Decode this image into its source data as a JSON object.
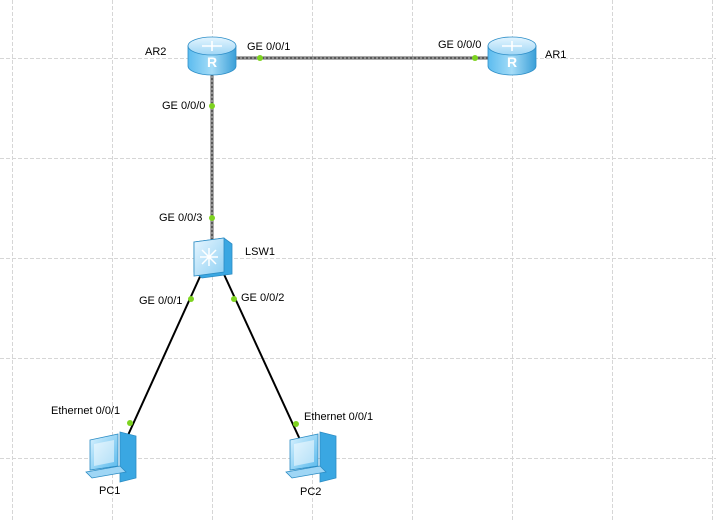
{
  "topology": {
    "devices": {
      "ar2": {
        "name": "AR2",
        "type": "router"
      },
      "ar1": {
        "name": "AR1",
        "type": "router"
      },
      "lsw1": {
        "name": "LSW1",
        "type": "switch"
      },
      "pc1": {
        "name": "PC1",
        "type": "pc"
      },
      "pc2": {
        "name": "PC2",
        "type": "pc"
      }
    },
    "ports": {
      "ar2_ge001": "GE 0/0/1",
      "ar1_ge000": "GE 0/0/0",
      "ar2_ge000": "GE 0/0/0",
      "lsw1_ge003": "GE 0/0/3",
      "lsw1_ge001": "GE 0/0/1",
      "lsw1_ge002": "GE 0/0/2",
      "pc1_eth001": "Ethernet 0/0/1",
      "pc2_eth001": "Ethernet 0/0/1"
    },
    "links": [
      {
        "from": "AR2",
        "from_port": "GE 0/0/1",
        "to": "AR1",
        "to_port": "GE 0/0/0",
        "style": "serial-gray"
      },
      {
        "from": "AR2",
        "from_port": "GE 0/0/0",
        "to": "LSW1",
        "to_port": "GE 0/0/3",
        "style": "serial-gray"
      },
      {
        "from": "LSW1",
        "from_port": "GE 0/0/1",
        "to": "PC1",
        "to_port": "Ethernet 0/0/1",
        "style": "ethernet"
      },
      {
        "from": "LSW1",
        "from_port": "GE 0/0/2",
        "to": "PC2",
        "to_port": "Ethernet 0/0/1",
        "style": "ethernet"
      }
    ],
    "colors": {
      "grid": "#d6d6d6",
      "port_dot": "#7ed321",
      "device_light": "#bfe6fb",
      "device_dark": "#3aa7e2"
    }
  }
}
